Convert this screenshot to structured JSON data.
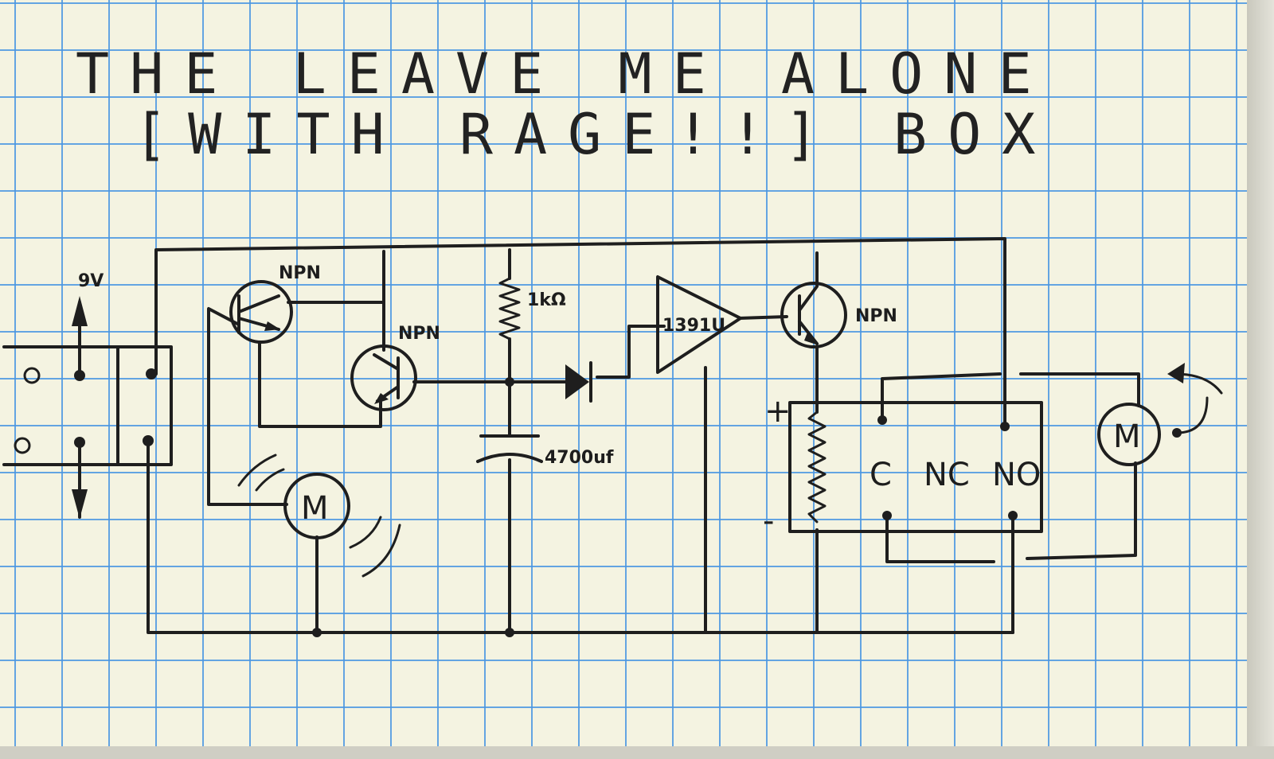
{
  "title": {
    "line1": "THE LEAVE ME ALONE",
    "line2": "[WITH RAGE!!] BOX"
  },
  "labels": {
    "battery": "9V",
    "npn_a": "NPN",
    "npn_b": "NPN",
    "npn_c": "NPN",
    "resistor": "1kΩ",
    "capacitor": "4700uf",
    "comparator": "1391U",
    "relay_plus": "+",
    "relay_minus": "-",
    "relay_c": "C",
    "relay_nc": "NC",
    "relay_no": "NO",
    "motor_left": "M",
    "motor_right": "M"
  },
  "colors": {
    "paper": "#f4f3e1",
    "grid": "#4a96e1",
    "ink": "#1e1e1e"
  }
}
